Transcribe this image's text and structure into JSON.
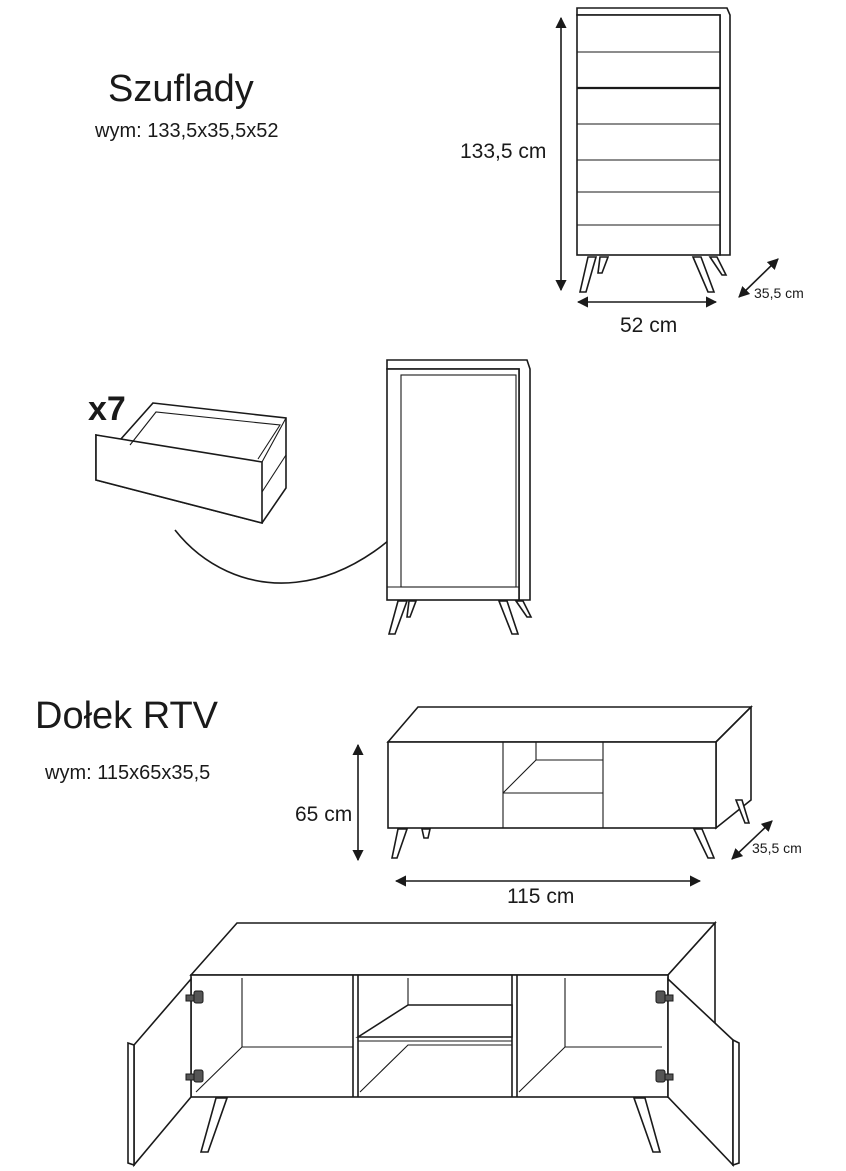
{
  "section_drawers": {
    "title": "Szuflady",
    "dims": "wym: 133,5x35,5x52",
    "height_label": "133,5 cm",
    "width_label": "52 cm",
    "depth_label": "35,5 cm",
    "drawer_qty": "x7"
  },
  "section_tv": {
    "title": "Dołek RTV",
    "dims": "wym: 115x65x35,5",
    "height_label": "65 cm",
    "width_label": "115 cm",
    "depth_label": "35,5 cm"
  },
  "colors": {
    "line": "#1a1a1a",
    "hinge": "#555555",
    "background": "#ffffff"
  }
}
